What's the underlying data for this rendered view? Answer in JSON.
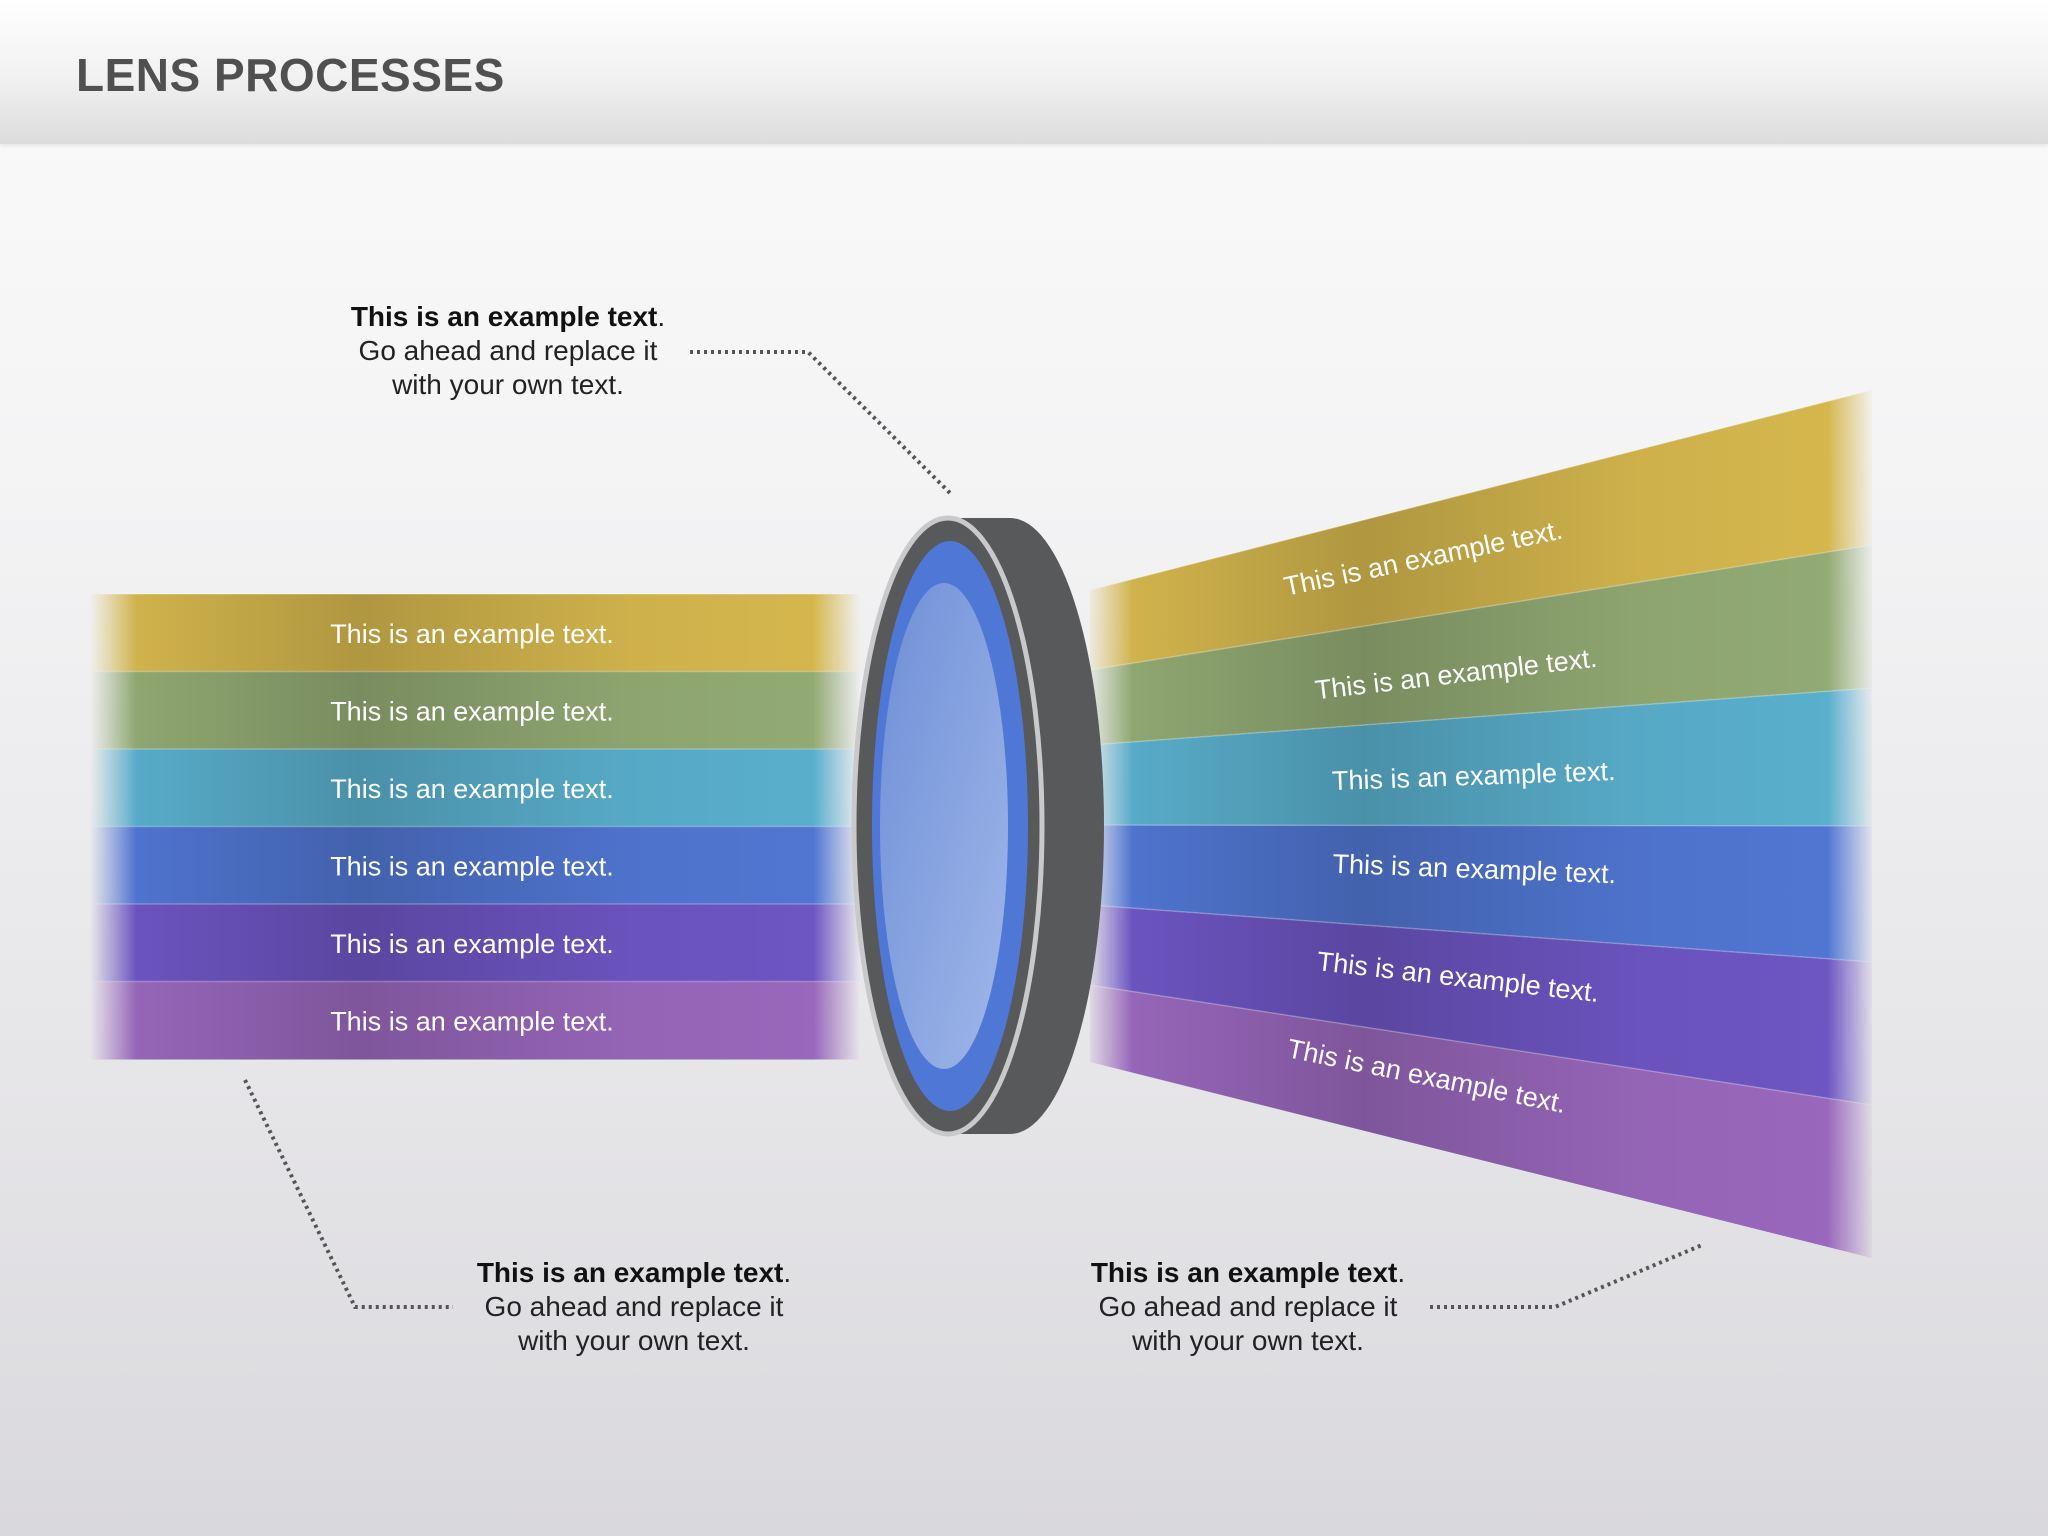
{
  "title": "LENS PROCESSES",
  "colors": {
    "yellow": "#d6b84e",
    "green": "#93ab74",
    "cyan": "#5ab0ce",
    "blue": "#5177d3",
    "indigo": "#6e56c4",
    "purple": "#9a68bd",
    "lens_frame": "#58595b",
    "lens_glass": "#4f78d6"
  },
  "left_bands": [
    {
      "label": "This is an example text.",
      "color": "yellow"
    },
    {
      "label": "This is an example text.",
      "color": "green"
    },
    {
      "label": "This is an example text.",
      "color": "cyan"
    },
    {
      "label": "This is an example text.",
      "color": "blue"
    },
    {
      "label": "This is an example text.",
      "color": "indigo"
    },
    {
      "label": "This is an example text.",
      "color": "purple"
    }
  ],
  "right_bands": [
    {
      "label": "This is an example text.",
      "color": "yellow"
    },
    {
      "label": "This is an example text.",
      "color": "green"
    },
    {
      "label": "This is an example text.",
      "color": "cyan"
    },
    {
      "label": "This is an example text.",
      "color": "blue"
    },
    {
      "label": "This is an example text.",
      "color": "indigo"
    },
    {
      "label": "This is an example text.",
      "color": "purple"
    }
  ],
  "callouts": {
    "top": {
      "heading": "This is an example text",
      "heading_suffix": ".",
      "line2": "Go ahead and replace it",
      "line3": "with your own text."
    },
    "bottom_left": {
      "heading": "This is an example text",
      "heading_suffix": ".",
      "line2": "Go ahead and replace it",
      "line3": "with your own text."
    },
    "bottom_right": {
      "heading": "This is an example text",
      "heading_suffix": ".",
      "line2": "Go ahead and replace it",
      "line3": "with your own text."
    }
  }
}
